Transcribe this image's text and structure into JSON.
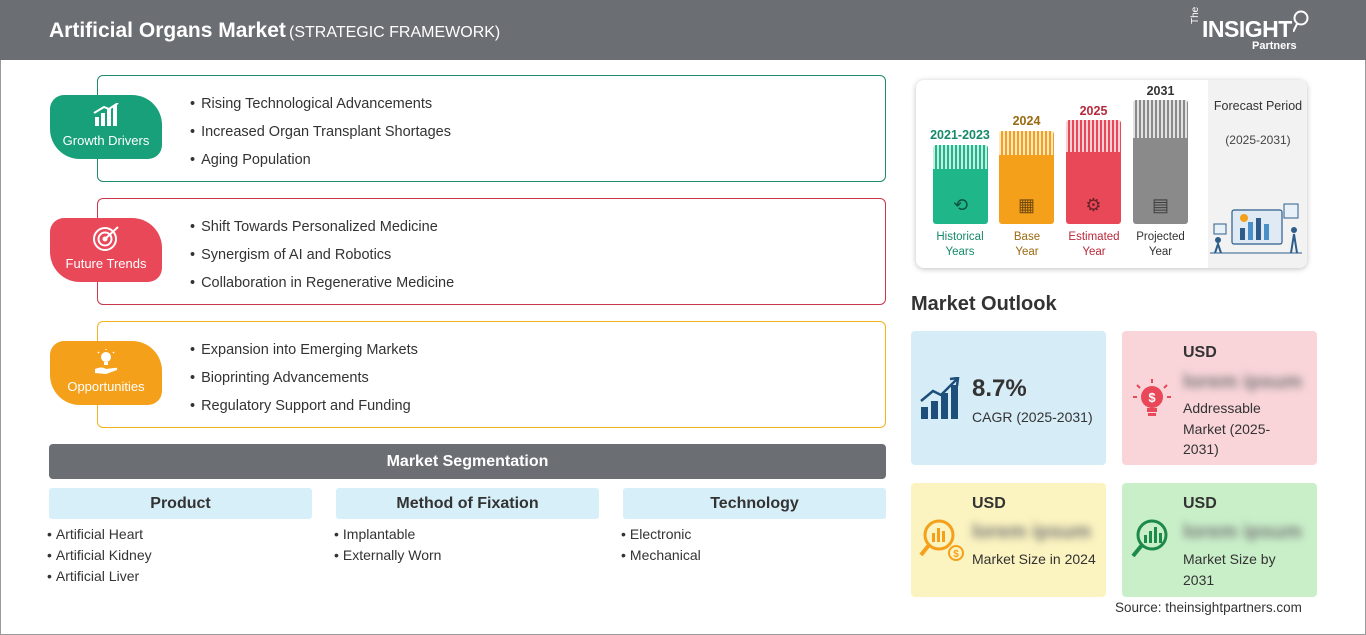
{
  "header": {
    "title": "Artificial Organs Market",
    "subtitle": "(STRATEGIC FRAMEWORK)",
    "logo": {
      "the": "The",
      "insight": "INSIGHT",
      "partners": "Partners"
    }
  },
  "factors": [
    {
      "label": "Growth Drivers",
      "color": "#18a07a",
      "border": "#1f8a6d",
      "icon": "bar-chart-rising-icon",
      "items": [
        "Rising Technological Advancements",
        "Increased Organ Transplant Shortages",
        "Aging Population"
      ]
    },
    {
      "label": "Future Trends",
      "color": "#e84858",
      "border": "#c8374a",
      "icon": "target-icon",
      "items": [
        "Shift Towards Personalized Medicine",
        "Synergism of AI and Robotics",
        "Collaboration in Regenerative Medicine"
      ]
    },
    {
      "label": "Opportunities",
      "color": "#f5a01a",
      "border": "#f0b31a",
      "icon": "lightbulb-hand-icon",
      "items": [
        "Expansion into Emerging Markets",
        "Bioprinting Advancements",
        "Regulatory Support and Funding"
      ]
    }
  ],
  "segmentation": {
    "title": "Market Segmentation",
    "columns": [
      {
        "heading": "Product",
        "items": [
          "Artificial Heart",
          "Artificial Kidney",
          "Artificial Liver"
        ]
      },
      {
        "heading": "Method of Fixation",
        "items": [
          "Implantable",
          "Externally Worn"
        ]
      },
      {
        "heading": "Technology",
        "items": [
          "Electronic",
          "Mechanical"
        ]
      }
    ]
  },
  "timeline": {
    "periods": [
      {
        "year": "2021-2023",
        "caption1": "Historical",
        "caption2": "Years",
        "color": "#1fb78a",
        "text_color": "#168a68",
        "icon": "history-icon"
      },
      {
        "year": "2024",
        "caption1": "Base",
        "caption2": "Year",
        "color": "#f5a01a",
        "text_color": "#9a6a10",
        "icon": "calendar-icon"
      },
      {
        "year": "2025",
        "caption1": "Estimated",
        "caption2": "Year",
        "color": "#e84858",
        "text_color": "#b8283a",
        "icon": "gears-icon"
      },
      {
        "year": "2031",
        "caption1": "Projected",
        "caption2": "Year",
        "color": "#8a8a8a",
        "text_color": "#333333",
        "icon": "presentation-icon"
      }
    ],
    "forecast_label": "Forecast Period",
    "forecast_years": "(2025-2031)"
  },
  "outlook": {
    "title": "Market Outlook",
    "cagr": {
      "value": "8.7%",
      "label": "CAGR (2025-2031)",
      "bg": "#d6ecf7"
    },
    "addressable": {
      "currency": "USD",
      "value": "lorem ipsum",
      "label": "Addressable Market (2025-2031)",
      "bg": "#f9d5da"
    },
    "size_2024": {
      "currency": "USD",
      "value": "lorem ipsum",
      "label": "Market Size in 2024",
      "bg": "#fbf3c0"
    },
    "size_2031": {
      "currency": "USD",
      "value": "lorem ipsum",
      "label": "Market Size by 2031",
      "bg": "#c9efc9"
    }
  },
  "source": "Source: theinsightpartners.com"
}
